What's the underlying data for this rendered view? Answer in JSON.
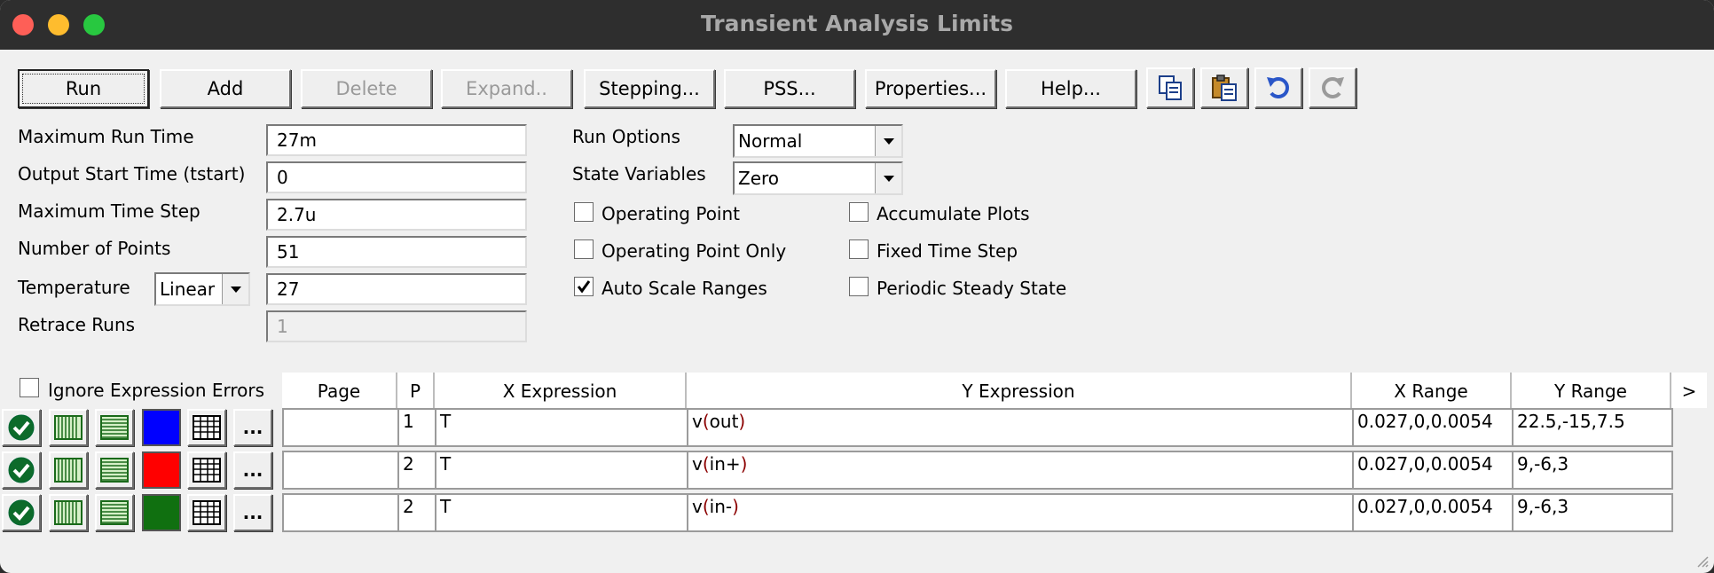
{
  "window": {
    "title": "Transient Analysis Limits"
  },
  "toolbar": {
    "run": "Run",
    "add": "Add",
    "delete": "Delete",
    "expand": "Expand..",
    "stepping": "Stepping...",
    "pss": "PSS...",
    "properties": "Properties...",
    "help": "Help...",
    "icons": [
      "copy-icon",
      "paste-icon",
      "undo-icon",
      "redo-icon"
    ]
  },
  "limits": {
    "max_run_time_label": "Maximum Run Time",
    "max_run_time": "27m",
    "output_start_label": "Output Start Time (tstart)",
    "output_start": "0",
    "max_time_step_label": "Maximum Time Step",
    "max_time_step": "2.7u",
    "num_points_label": "Number of Points",
    "num_points": "51",
    "temperature_label": "Temperature",
    "temperature_mode": "Linear",
    "temperature": "27",
    "retrace_label": "Retrace Runs",
    "retrace": "1"
  },
  "options": {
    "run_options_label": "Run Options",
    "run_options": "Normal",
    "state_vars_label": "State Variables",
    "state_vars": "Zero",
    "operating_point": "Operating Point",
    "operating_point_only": "Operating Point Only",
    "auto_scale": "Auto Scale Ranges",
    "accumulate": "Accumulate Plots",
    "fixed_step": "Fixed Time Step",
    "periodic": "Periodic Steady State",
    "ignore_errors": "Ignore Expression Errors",
    "checks": {
      "operating_point": false,
      "operating_point_only": false,
      "auto_scale": true,
      "accumulate": false,
      "fixed_step": false,
      "periodic": false,
      "ignore_errors": false
    }
  },
  "grid": {
    "headers": [
      "Page",
      "P",
      "X Expression",
      "Y Expression",
      "X Range",
      "Y Range",
      ">"
    ],
    "rows": [
      {
        "page": "",
        "p": "1",
        "x": "T",
        "y_prefix": "v",
        "y_arg": "out",
        "xrange": "0.027,0,0.0054",
        "yrange": "22.5,-15,7.5",
        "color": "#0000ff"
      },
      {
        "page": "",
        "p": "2",
        "x": "T",
        "y_prefix": "v",
        "y_arg": "in+",
        "xrange": "0.027,0,0.0054",
        "yrange": "9,-6,3",
        "color": "#ff0000"
      },
      {
        "page": "",
        "p": "2",
        "x": "T",
        "y_prefix": "v",
        "y_arg": "in-",
        "xrange": "0.027,0,0.0054",
        "yrange": "9,-6,3",
        "color": "#107010"
      }
    ],
    "more_label": "..."
  }
}
